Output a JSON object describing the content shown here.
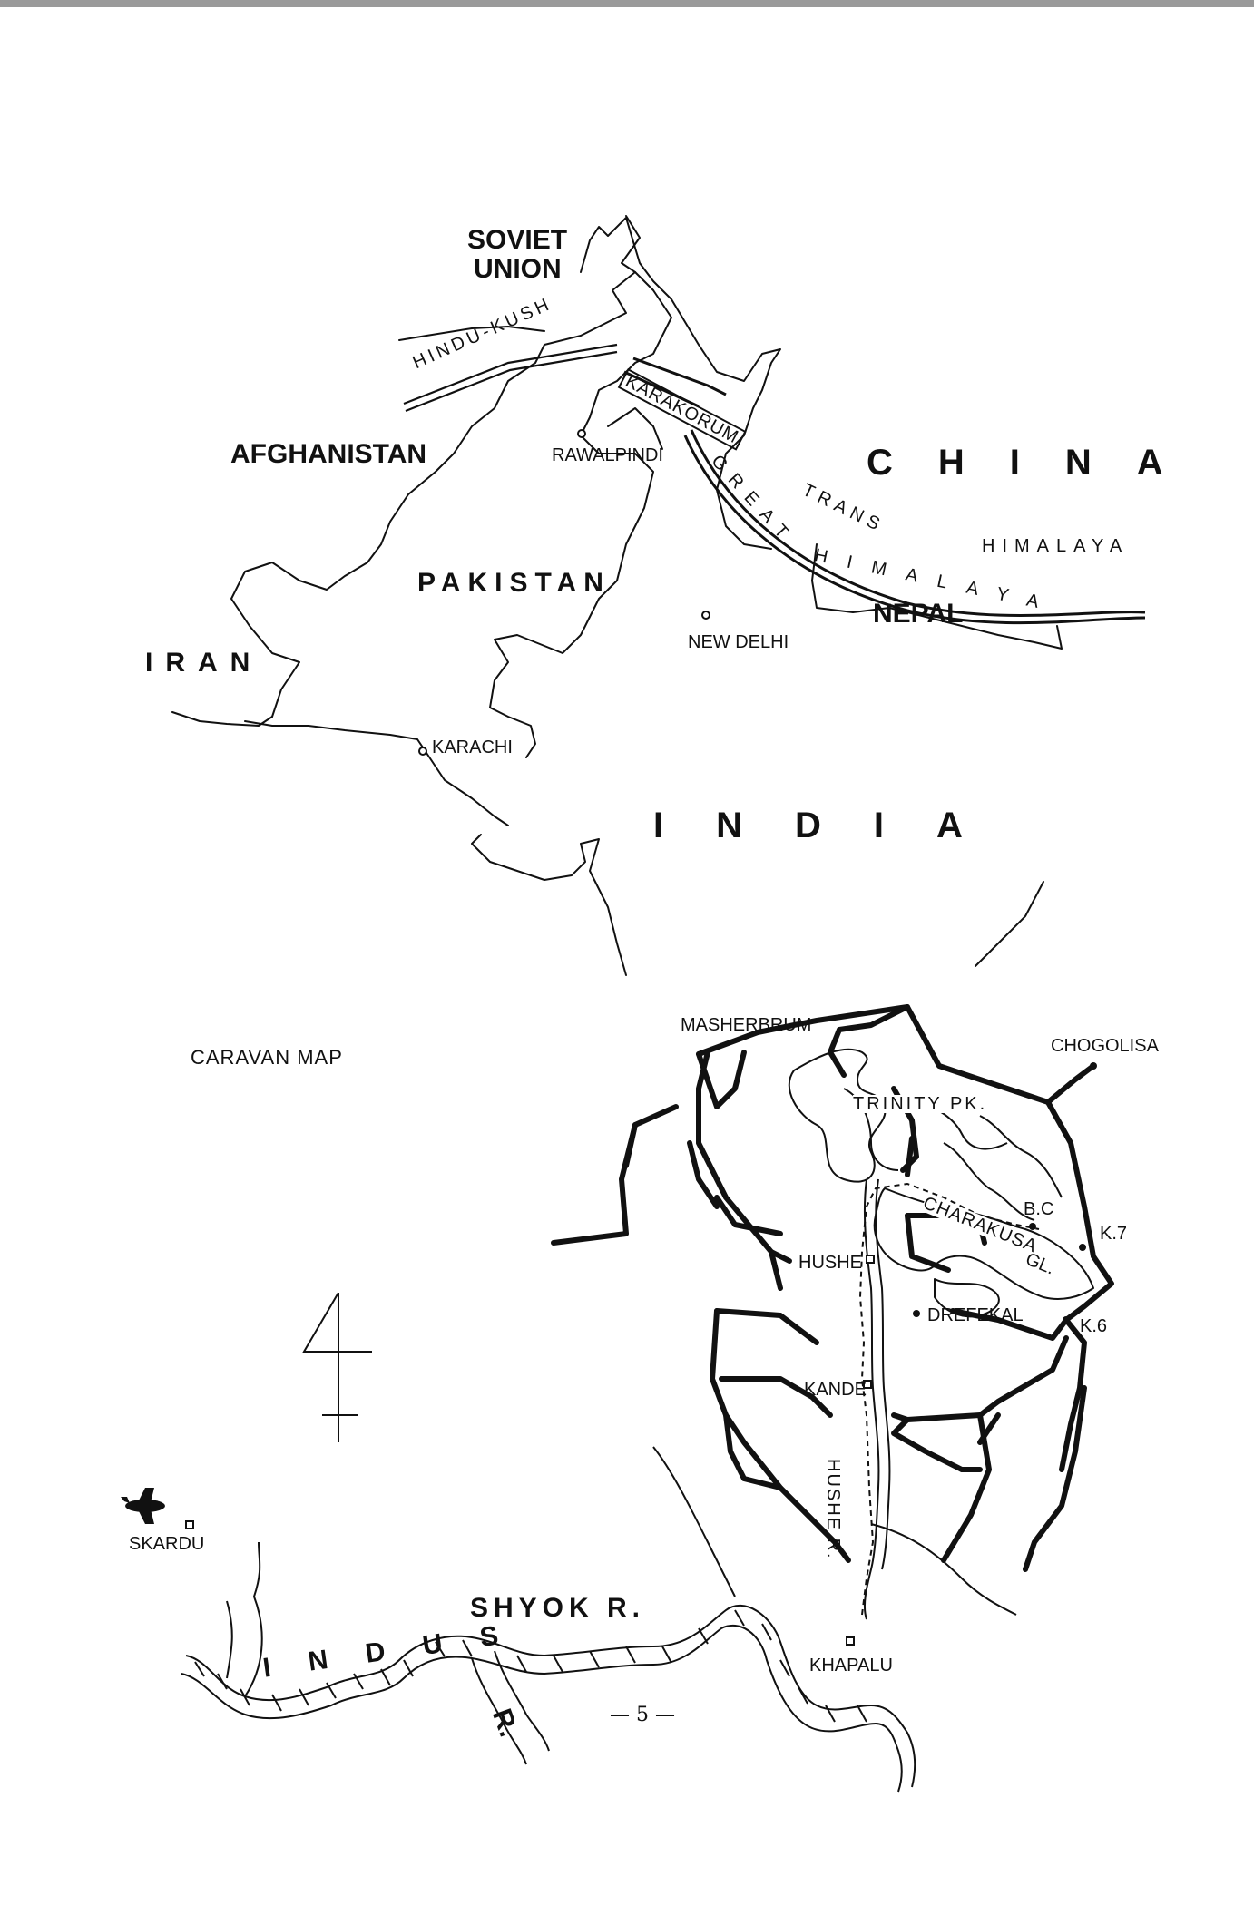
{
  "top_map": {
    "labels": {
      "soviet_1": "SOVIET",
      "soviet_2": "UNION",
      "afghanistan": "AFGHANISTAN",
      "pakistan": "PAKISTAN",
      "iran": "IRAN",
      "china": "CHINA",
      "india": "INDIA",
      "nepal": "NEPAL",
      "rawalpindi": "RAWALPINDI",
      "new_delhi": "NEW DELHI",
      "karachi": "KARACHI",
      "hindu_kush": "HINDU-KUSH",
      "karakorum": "KARAKORUM",
      "great": "GREAT",
      "trans": "TRANS",
      "himalaya_trans": "HIMALAYA",
      "himalaya_great": "HIMALAYA"
    }
  },
  "caravan_map": {
    "title": "CARAVAN MAP",
    "labels": {
      "masherbrum": "MASHERBRUM",
      "chogolisa": "CHOGOLISA",
      "trinity_pk": "TRINITY PK.",
      "charakusa": "CHARAKUSA",
      "gl": "GL.",
      "bc": "B.C",
      "k7": "K.7",
      "k6": "K.6",
      "hushe": "HUSHE",
      "drefekal": "DREFEKAL",
      "kande": "KANDE",
      "hushe_r": "HUSHE R.",
      "shyok_r": "SHYOK R.",
      "indus": "INDUS",
      "indus_r": "R.",
      "skardu": "SKARDU",
      "khapalu": "KHAPALU"
    }
  },
  "page_number": "— 5 —"
}
